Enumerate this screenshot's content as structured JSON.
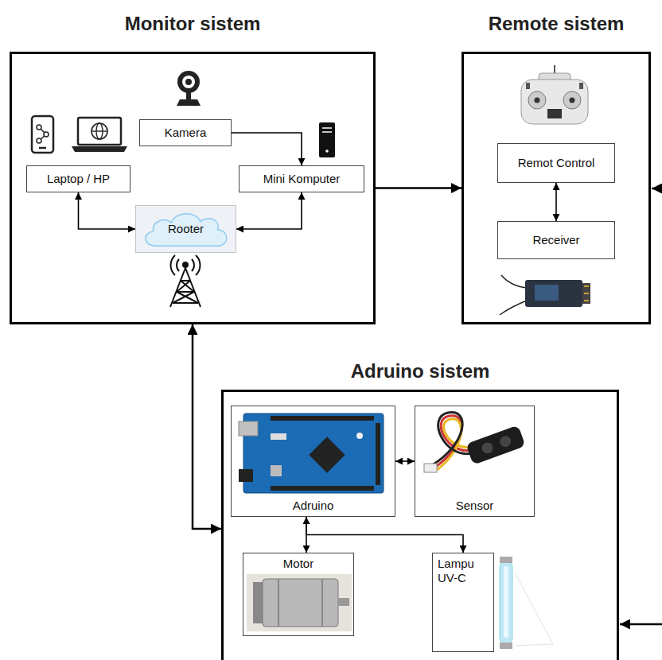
{
  "diagram": {
    "nodes": [
      {
        "text": [
          "Monitor sistem"
        ]
      },
      {
        "text": [
          "Kamera"
        ],
        "in": 0
      },
      {
        "text": [
          "Laptop / HP"
        ],
        "in": 0
      },
      {
        "text": [
          "Mini Komputer"
        ],
        "in": 0
      },
      {
        "text": [
          "Rooter"
        ],
        "in": 0
      },
      {
        "text": [
          "Remote sistem"
        ]
      },
      {
        "text": [
          "Remot Control"
        ],
        "in": 5
      },
      {
        "text": [
          "Receiver"
        ],
        "in": 5
      },
      {
        "text": [
          "Adruino sistem"
        ]
      },
      {
        "text": [
          "Adruino"
        ],
        "in": 8
      },
      {
        "text": [
          "Sensor"
        ],
        "in": 8
      },
      {
        "text": [
          "Motor"
        ],
        "in": 8
      },
      {
        "text": [
          "Lampu UV-C"
        ],
        "in": 8
      }
    ],
    "edges": [
      {
        "from": 1,
        "to": 3,
        "arrow": "to"
      },
      {
        "from": 2,
        "to": 4,
        "arrow": "both"
      },
      {
        "from": 3,
        "to": 4,
        "arrow": "both"
      },
      {
        "from": 0,
        "to": 5,
        "arrow": "to"
      },
      {
        "from": 6,
        "to": 7,
        "arrow": "both"
      },
      {
        "from": 0,
        "to": 8,
        "arrow": "both"
      },
      {
        "from": 9,
        "to": 10,
        "arrow": "both"
      },
      {
        "from": 9,
        "to": 11,
        "arrow": "both"
      },
      {
        "from": 9,
        "to": 12,
        "arrow": "to"
      }
    ]
  }
}
